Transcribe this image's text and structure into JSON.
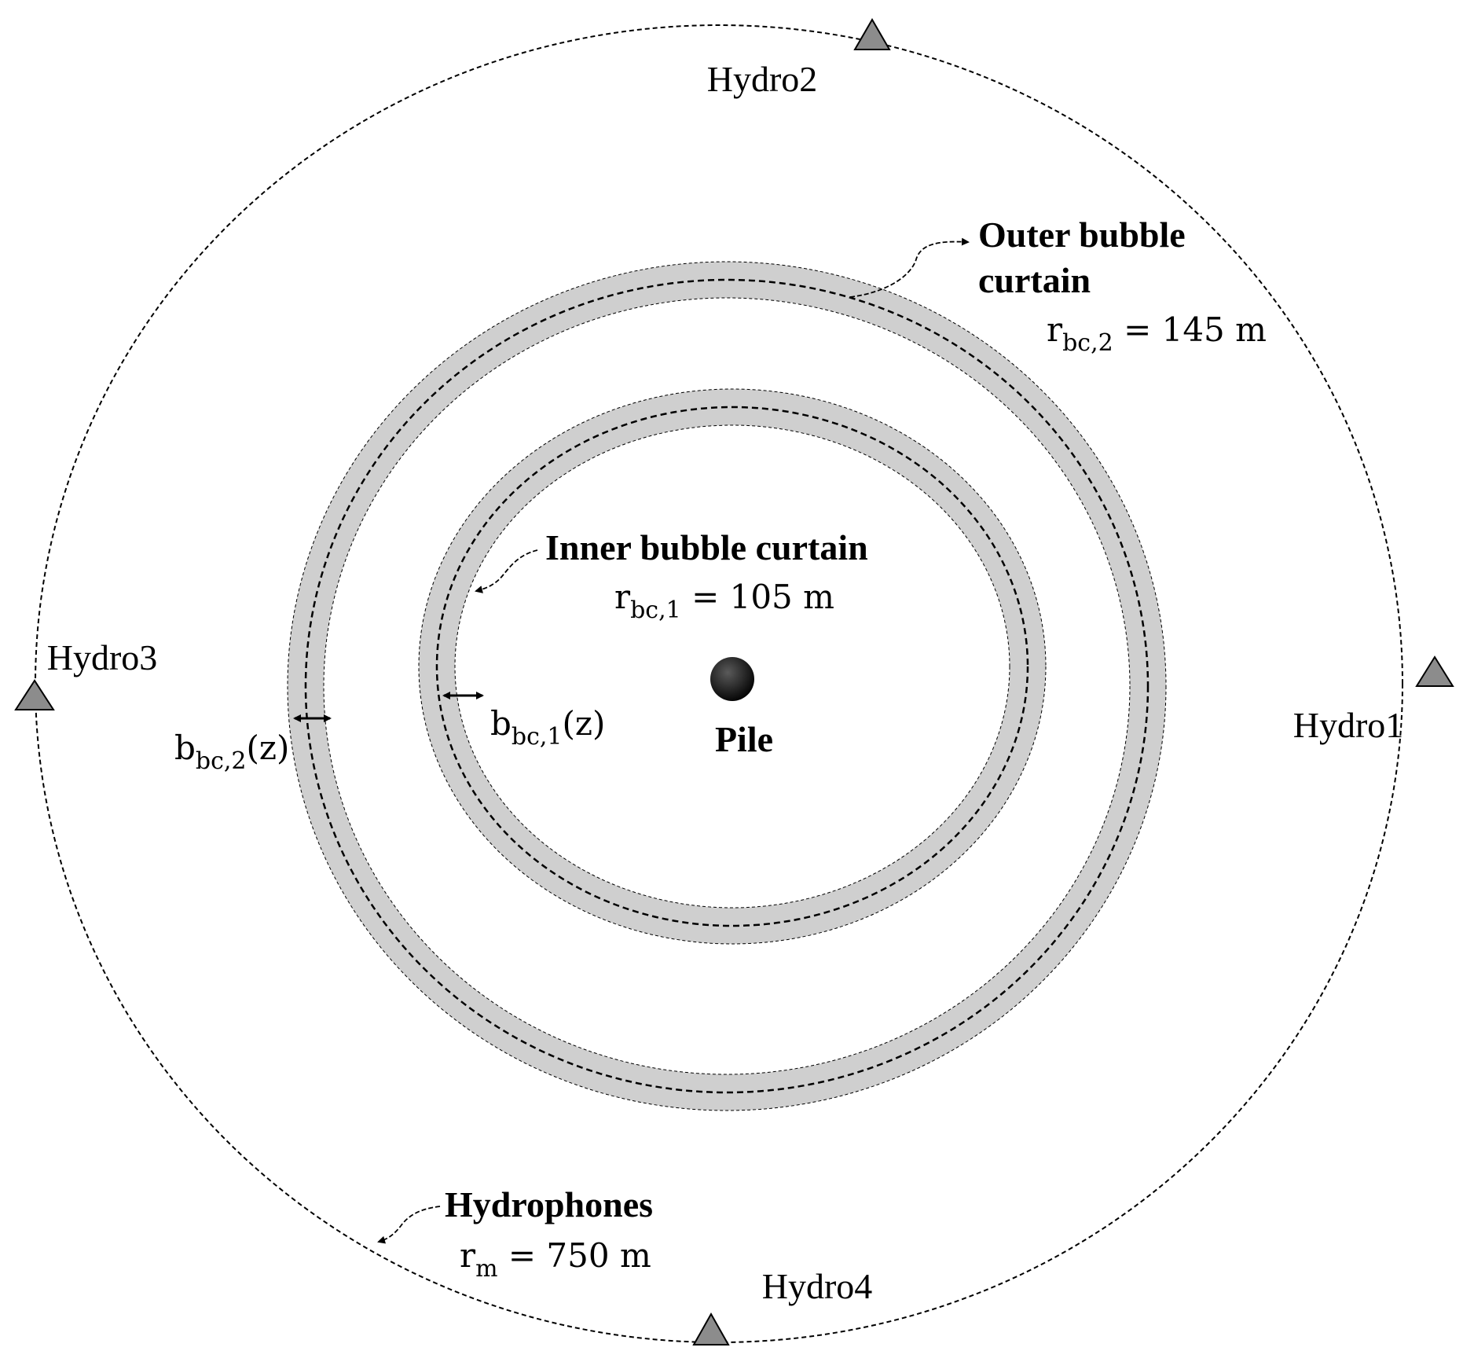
{
  "colors": {
    "ring_fill": "#cfcfcf",
    "triangle_fill": "#8c8c8c",
    "stroke": "#000000",
    "pile": "#000000"
  },
  "hydrophones": [
    {
      "name": "Hydro1",
      "icon": "triangle-icon"
    },
    {
      "name": "Hydro2",
      "icon": "triangle-icon"
    },
    {
      "name": "Hydro3",
      "icon": "triangle-icon"
    },
    {
      "name": "Hydro4",
      "icon": "triangle-icon"
    }
  ],
  "labels": {
    "outer_title_line1": "Outer bubble",
    "outer_title_line2": "curtain",
    "outer_radius": {
      "symbol": "r",
      "sub": "bc,2",
      "rest": " = 145 m"
    },
    "inner_title": "Inner bubble curtain",
    "inner_radius": {
      "symbol": "r",
      "sub": "bc,1",
      "rest": " = 105 m"
    },
    "pile": "Pile",
    "hydrophones_title": "Hydrophones",
    "hydrophones_radius": {
      "symbol": "r",
      "sub": "m",
      "rest": " = 750 m"
    },
    "width_inner": {
      "symbol": "b",
      "sub": "bc,1",
      "rest": "(z)"
    },
    "width_outer": {
      "symbol": "b",
      "sub": "bc,2",
      "rest": "(z)"
    }
  }
}
